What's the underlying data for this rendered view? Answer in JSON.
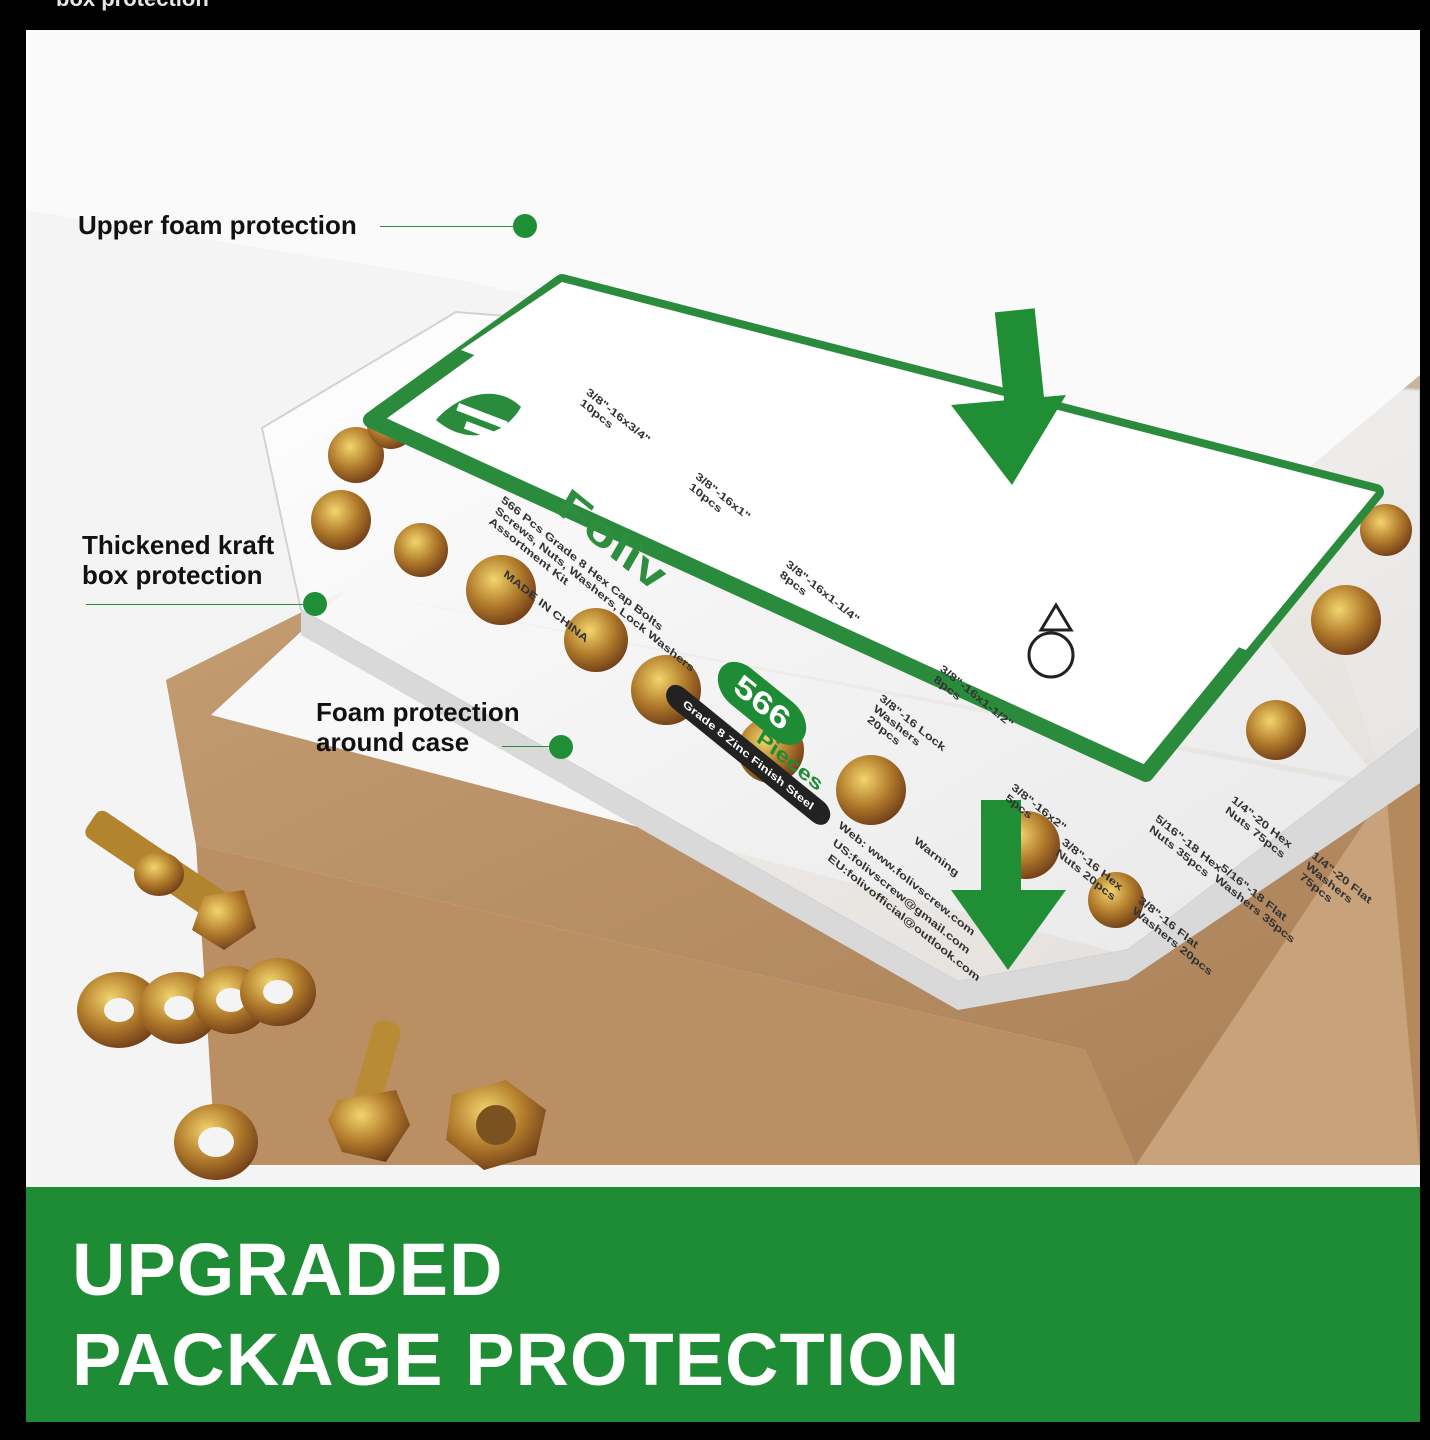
{
  "top_strip": {
    "text": "box protection"
  },
  "callouts": {
    "upper_foam": "Upper foam protection",
    "thickened_kraft_line1": "Thickened kraft",
    "thickened_kraft_line2": "box protection",
    "foam_case_line1": "Foam protection",
    "foam_case_line2": "around case"
  },
  "product": {
    "brand": "Foliv",
    "description": "566 Pcs Grade 8 Hex Cap Bolts Screws, Nuts, Washers, Lock Washers Assortment Kit",
    "made_in": "MADE IN CHINA",
    "piece_count": "566",
    "pieces_word": "Pieces",
    "grade": "Grade 8 Zinc Finish Steel",
    "warning": "Warning",
    "web": "Web: www.folivscrew.com",
    "us_email": "US:folivscrew@gmail.com",
    "eu_email": "EU:folivofficial@outlook.com",
    "items": [
      "3/8\"-16x3/4\" 10pcs",
      "3/8\"-16x1\" 10pcs",
      "3/8\"-16x1-1/4\" 8pcs",
      "3/8\"-16x1-1/2\" 8pcs",
      "3/8\"-16 Lock Washers 20pcs",
      "3/8\"-16x2\" 5pcs",
      "3/8\"-16 Hex Nuts 20pcs",
      "3/8\"-16 Flat Washers 20pcs",
      "5/16\"-18 Hex Nuts 35pcs",
      "5/16\"-18 Flat Washers 35pcs",
      "1/4\"-20 Hex Nuts 75pcs",
      "1/4\"-20 Flat Washers 75pcs"
    ]
  },
  "banner": {
    "line1": "UPGRADED",
    "line2": "PACKAGE PROTECTION"
  },
  "colors": {
    "brand_green": "#1e8c34",
    "kraft": "#b88f63",
    "foam": "#f8f8f8"
  }
}
